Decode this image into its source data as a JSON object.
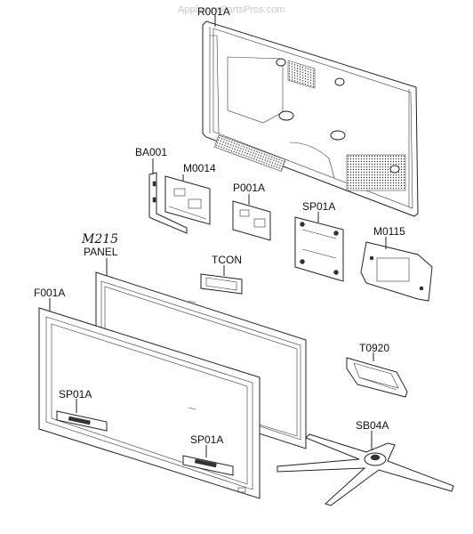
{
  "watermark": "AppliancePartsPros.com",
  "handwritten_note": "M215",
  "labels": {
    "r001a": "R001A",
    "ba001": "BA001",
    "m0014": "M0014",
    "p001a": "P001A",
    "sp01a_top": "SP01A",
    "m0115": "M0115",
    "panel": "PANEL",
    "tcon": "TCON",
    "f001a": "F001A",
    "t0920": "T0920",
    "sp01a_left": "SP01A",
    "sb04a": "SB04A",
    "sp01a_right": "SP01A"
  }
}
